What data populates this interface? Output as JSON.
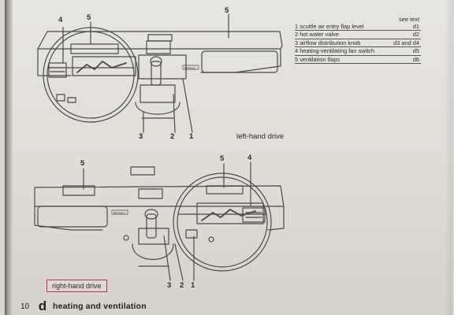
{
  "legend": {
    "see_text_header": "see text",
    "items": [
      {
        "num": "1",
        "label": "scuttle air entry flap level",
        "ref": "d1"
      },
      {
        "num": "2",
        "label": "hot water valve",
        "ref": "d2"
      },
      {
        "num": "3",
        "label": "airflow distribution knob",
        "ref": "d3 and d4"
      },
      {
        "num": "4",
        "label": "heating-ventilating fan switch",
        "ref": "d5"
      },
      {
        "num": "5",
        "label": "ventilation flaps",
        "ref": "d6"
      }
    ]
  },
  "diagram_lhd": {
    "caption": "left-hand drive",
    "callouts": {
      "n1": "1",
      "n2": "2",
      "n3": "3",
      "n4": "4",
      "n5a": "5",
      "n5b": "5"
    },
    "brand": "RENAULT"
  },
  "diagram_rhd": {
    "caption": "right-hand drive",
    "callouts": {
      "n1": "1",
      "n2": "2",
      "n3": "3",
      "n4": "4",
      "n5a": "5",
      "n5b": "5"
    },
    "brand": "RENAULT"
  },
  "footer": {
    "page_number": "10",
    "section_letter": "d",
    "section_title": "heating and ventilation"
  },
  "colors": {
    "highlight_box": "#c0304e"
  }
}
